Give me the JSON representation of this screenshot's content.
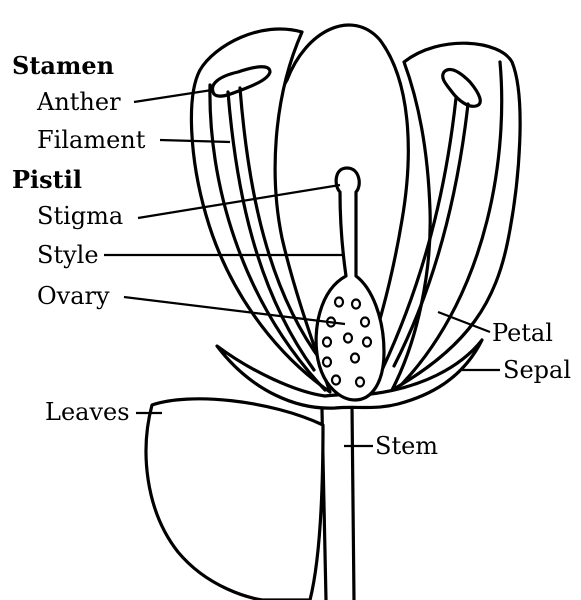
{
  "headings": {
    "stamen": "Stamen",
    "pistil": "Pistil"
  },
  "labels": {
    "anther": "Anther",
    "filament": "Filament",
    "stigma": "Stigma",
    "style": "Style",
    "ovary": "Ovary",
    "petal": "Petal",
    "sepal": "Sepal",
    "leaves": "Leaves",
    "stem": "Stem"
  }
}
